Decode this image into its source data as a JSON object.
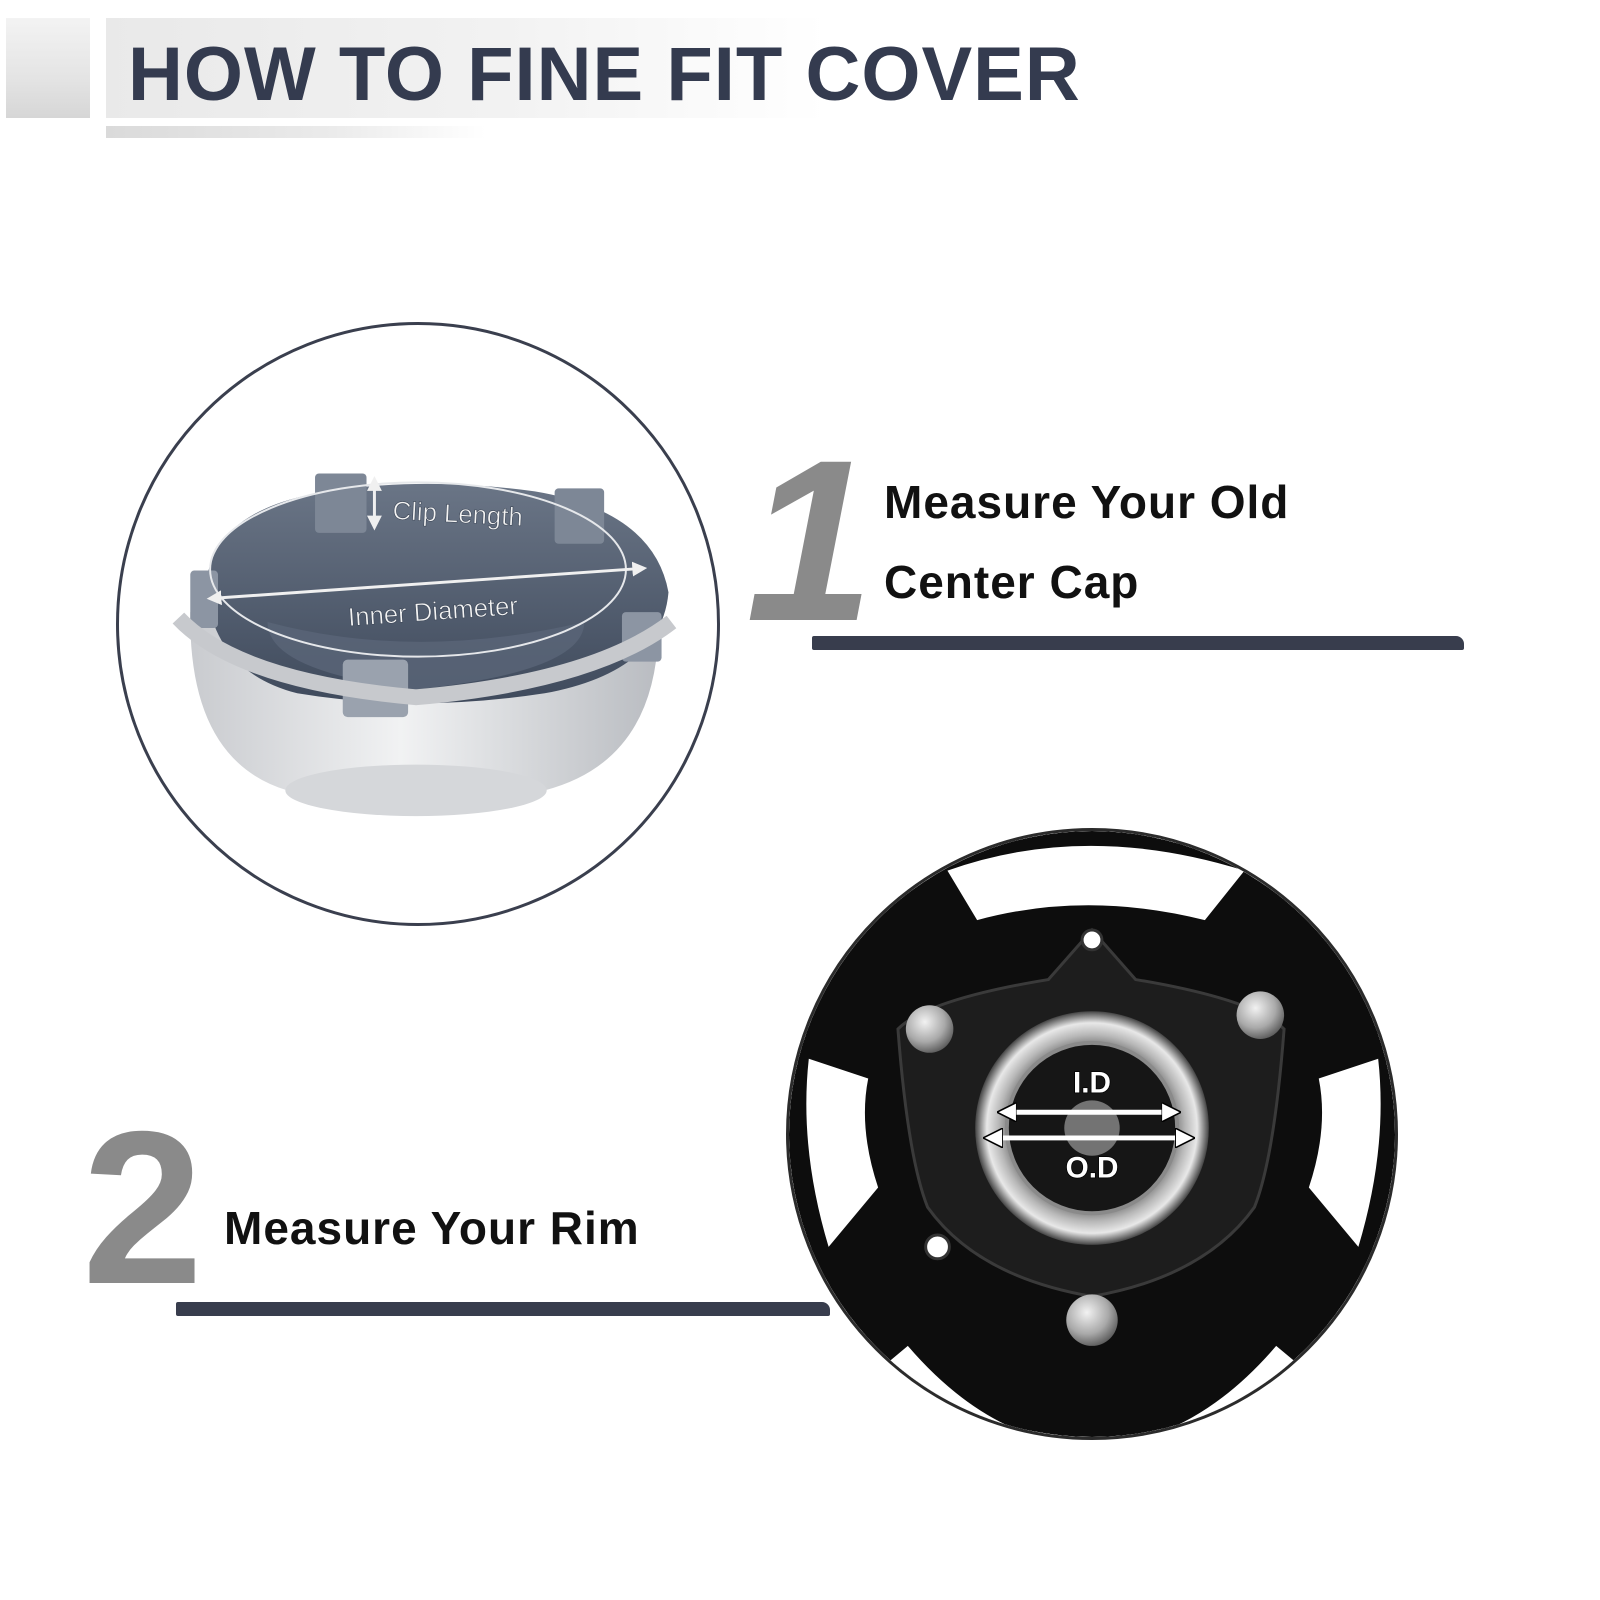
{
  "header": {
    "title": "HOW TO FINE FIT COVER"
  },
  "step1": {
    "number": "1",
    "title_line1": "Measure Your Old",
    "title_line2": "Center Cap"
  },
  "step2": {
    "number": "2",
    "title": "Measure Your Rim"
  },
  "cap_diagram": {
    "clip_label": "Clip Length",
    "diameter_label": "Inner Diameter"
  },
  "rim_diagram": {
    "inner_label": "I.D",
    "outer_label": "O.D"
  },
  "colors": {
    "title": "#343b4f",
    "rule": "#383d4d",
    "step_number": "#8a8a8a",
    "text": "#111111",
    "cap_interior": "#4f5b6e",
    "cap_exterior": "#e2e3e5",
    "rim_body": "#0d0d0d"
  }
}
